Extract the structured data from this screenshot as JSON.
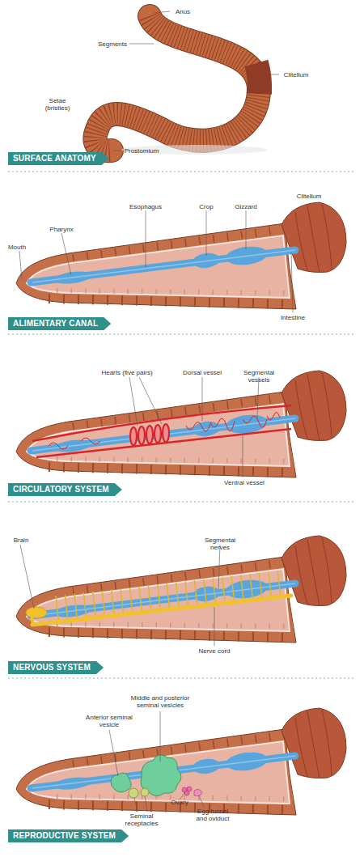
{
  "diagram": {
    "nodes": [
      {
        "text": [
          "SURFACE ANATOMY"
        ]
      },
      {
        "text": [
          "ALIMENTARY CANAL"
        ]
      },
      {
        "text": [
          "CIRCULATORY SYSTEM"
        ]
      },
      {
        "text": [
          "NERVOUS SYSTEM"
        ]
      },
      {
        "text": [
          "REPRODUCTIVE SYSTEM"
        ]
      }
    ],
    "labels": [
      "Anus",
      "Segments",
      "Clitellum",
      "Setae (bristles)",
      "Prostomium",
      "Mouth",
      "Pharynx",
      "Esophagus",
      "Crop",
      "Gizzard",
      "Clitellum",
      "Intestine",
      "Hearts (five pairs)",
      "Dorsal vessel",
      "Segmental vessels",
      "Ventral vessel",
      "Brain",
      "Segmental nerves",
      "Nerve cord",
      "Anterior seminal vesicle",
      "Middle and posterior seminal vesicles",
      "Seminal receptacles",
      "Ovary",
      "Egg funnel and oviduct"
    ]
  }
}
